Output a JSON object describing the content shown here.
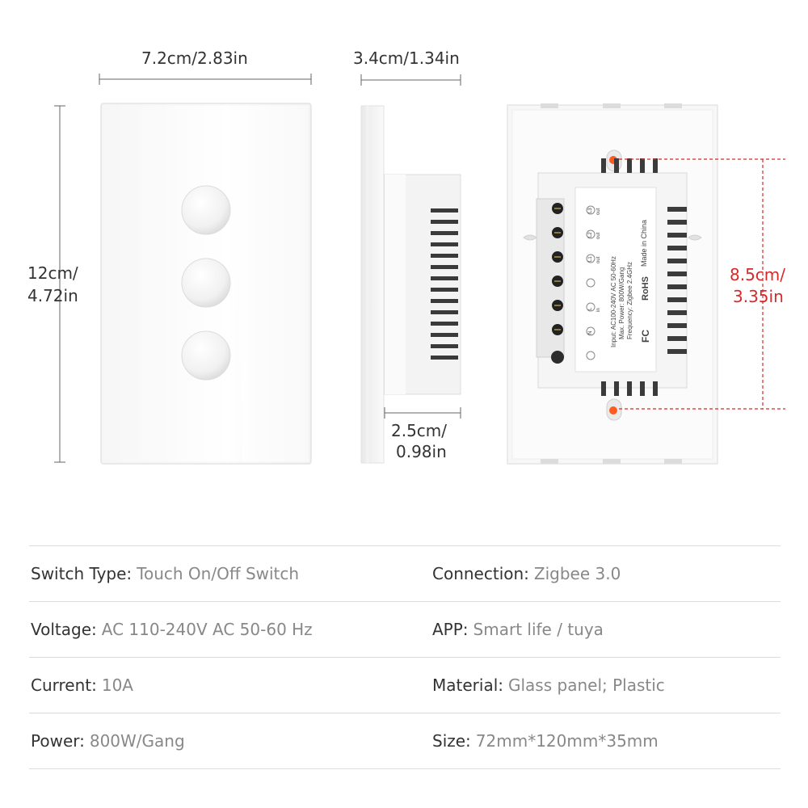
{
  "dimensions": {
    "front_width": "7.2cm/2.83in",
    "front_height_cm": "12cm/",
    "front_height_in": "4.72in",
    "side_depth_total": "3.4cm/1.34in",
    "side_depth_body_cm": "2.5cm/",
    "side_depth_body_in": "0.98in",
    "back_hole_spacing_cm": "8.5cm/",
    "back_hole_spacing_in": "3.35in"
  },
  "back_label": {
    "line1": "Input: AC100-240V AC 50-60Hz",
    "line2": "Max. Power: 800W/Gang",
    "line3": "Frequency: Zigbee 2.4GHz",
    "made_in": "Made in China",
    "rohs": "RoHS",
    "fc": "FC",
    "terminals": [
      "out",
      "out",
      "out",
      "in",
      "L",
      "N"
    ],
    "terminal_codes": [
      "L3",
      "L2",
      "L1",
      "",
      "L",
      "N"
    ]
  },
  "specs": [
    {
      "left_key": "Switch Type:",
      "left_val": "Touch On/Off Switch",
      "right_key": "Connection:",
      "right_val": "Zigbee 3.0"
    },
    {
      "left_key": "Voltage:",
      "left_val": "AC 110-240V AC 50-60 Hz",
      "right_key": "APP:",
      "right_val": "Smart life / tuya"
    },
    {
      "left_key": "Current:",
      "left_val": "10A",
      "right_key": "Material:",
      "right_val": "Glass panel; Plastic"
    },
    {
      "left_key": "Power:",
      "left_val": "800W/Gang",
      "right_key": "Size:",
      "right_val": "72mm*120mm*35mm"
    }
  ],
  "colors": {
    "dimension_red": "#d62a2a",
    "accent_orange": "#ff5a1f",
    "panel_edge": "#e2e2e2"
  }
}
